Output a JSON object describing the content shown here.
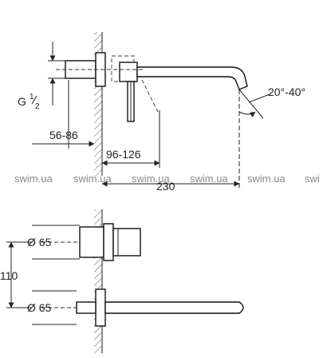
{
  "drawing": {
    "thread_label": "G",
    "thread_num": "1",
    "thread_den": "2",
    "angle_label": "20°-40°",
    "dim_wall_range": "56-86",
    "dim_lever_range": "96-126",
    "dim_spout_length": "230",
    "dim_diameter_top": "Ø 65",
    "dim_diameter_bottom": "Ø 65",
    "dim_center_distance": "110"
  },
  "watermark": {
    "items": [
      "swim.ua",
      "swim.ua",
      "swim.ua",
      "swim.ua",
      "swim.ua",
      "swi"
    ]
  }
}
